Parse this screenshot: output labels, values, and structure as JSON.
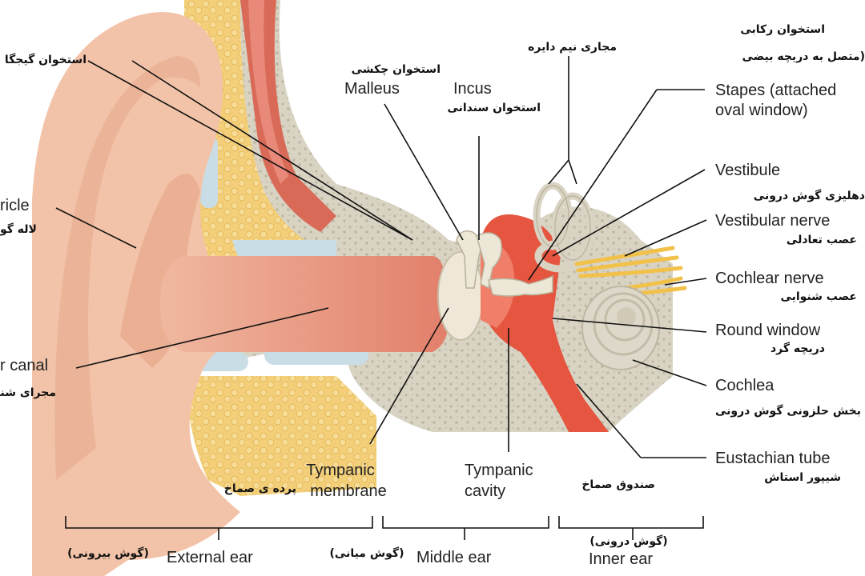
{
  "labels": {
    "stapes_fa": "استخوان رکابی",
    "stapes_fa2": "(متصل به دریچه بیضی",
    "stapes_en1": "Stapes (attached",
    "stapes_en2": "oval window)",
    "semicircular_fa": "مجاری نیم دایره",
    "temporal_fa": "استخوان گیجگا",
    "malleus_fa": "استخوان چکشی",
    "malleus_en": "Malleus",
    "incus_en": "Incus",
    "incus_fa": "استخوان سندانی",
    "auricle_en": "ricle",
    "auricle_fa": "لاله گو",
    "vestibule_en": "Vestibule",
    "vestibule_fa": "دهلیزی گوش درونی",
    "vestibular_nerve_en": "Vestibular nerve",
    "vestibular_nerve_fa": "عصب تعادلی",
    "cochlear_nerve_en": "Cochlear nerve",
    "cochlear_nerve_fa": "عصب شنوایی",
    "round_window_en": "Round window",
    "round_window_fa": "دریچه گرد",
    "cochlea_en": "Cochlea",
    "cochlea_fa": "بخش حلزونی گوش درونی",
    "canal_en": "r canal",
    "canal_fa": "مجرای شنو",
    "tympanic_membrane_en1": "Tympanic",
    "tympanic_membrane_en2": "membrane",
    "tympanic_membrane_fa": "پرده ی صماخ",
    "tympanic_cavity_en1": "Tympanic",
    "tympanic_cavity_en2": "cavity",
    "tympanic_cavity_fa": "صندوق صماخ",
    "eustachian_en": "Eustachian tube",
    "eustachian_fa": "شیپور استاش",
    "external_en": "External ear",
    "external_fa": "(گوش بیرونی)",
    "middle_en": "Middle ear",
    "middle_fa": "(گوش میانی)",
    "inner_en": "Inner ear",
    "inner_fa": "(گوش درونی)"
  },
  "colors": {
    "skin": "#f2c3a8",
    "skin_dark": "#e3a486",
    "bone": "#d8d3c3",
    "bone_dot": "#bdb6a2",
    "fat": "#f3cf7a",
    "fat_dot": "#e2b24c",
    "cartilage": "#c9dde6",
    "muscle": "#d96a57",
    "cavity": "#e5553f",
    "ossicle": "#ece7d6",
    "nerve": "#f2c14a",
    "line": "#111111"
  }
}
